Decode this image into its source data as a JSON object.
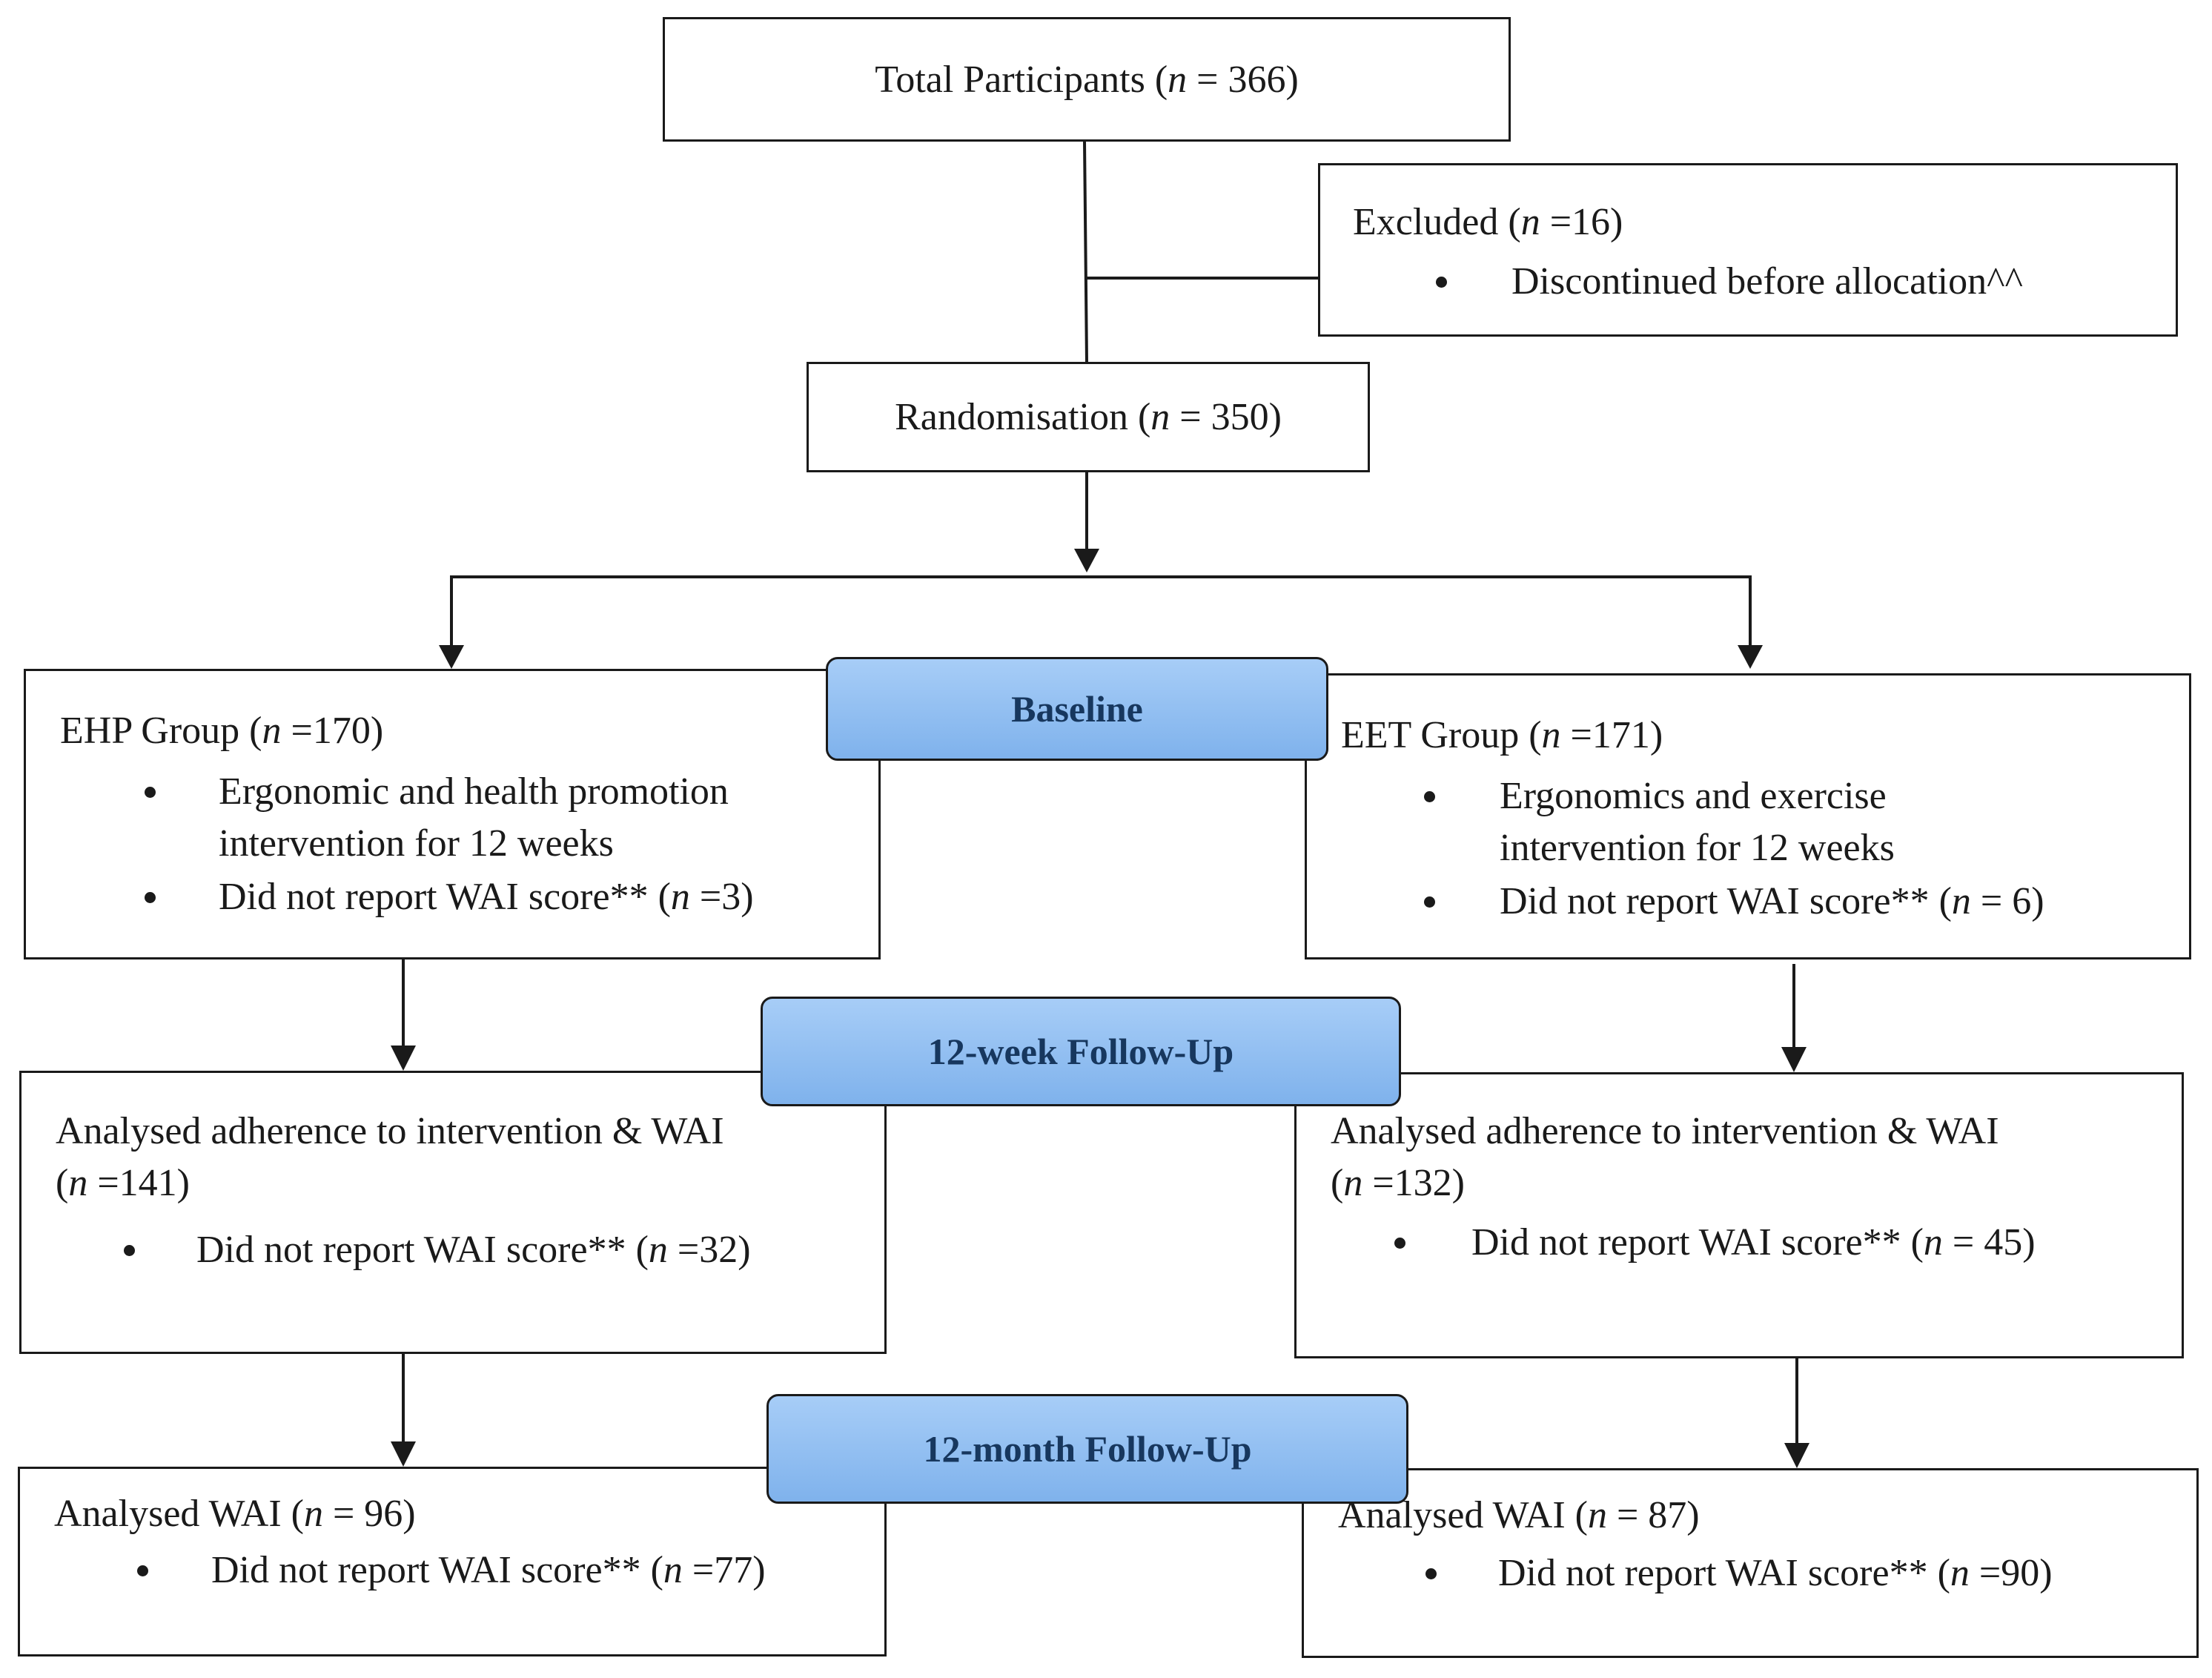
{
  "total": {
    "label": "Total Participants (",
    "n": "n",
    "value": " = 366)"
  },
  "excluded": {
    "label": "Excluded (",
    "n": "n",
    "value": " =16)",
    "items": [
      "Discontinued before allocation^^"
    ]
  },
  "randomisation": {
    "label": "Randomisation (",
    "n": "n",
    "value": " = 350)"
  },
  "stages": {
    "baseline": "Baseline",
    "week12": "12-week Follow-Up",
    "month12": "12-month Follow-Up"
  },
  "ehp_baseline": {
    "label": "EHP Group (",
    "n": "n",
    "value": " =170)",
    "item1": "Ergonomic and health promotion intervention for 12 weeks",
    "item2_text": "Did not report WAI score** (",
    "item2_n": "n",
    "item2_value": " =3)"
  },
  "eet_baseline": {
    "label": "EET Group (",
    "n": "n",
    "value": " =171)",
    "item1": "Ergonomics and exercise intervention for 12 weeks",
    "item2_text": "Did not report WAI score** (",
    "item2_n": "n",
    "item2_value": " = 6)"
  },
  "ehp_week12": {
    "label": "Analysed adherence to intervention & WAI",
    "label2_open": "(",
    "n": "n",
    "value": " =141)",
    "item_text": "Did not report WAI score** (",
    "item_n": "n",
    "item_value": " =32)"
  },
  "eet_week12": {
    "label": "Analysed adherence to intervention & WAI",
    "label2_open": "(",
    "n": "n",
    "value": " =132)",
    "item_text": "Did not report WAI score** (",
    "item_n": "n",
    "item_value": " = 45)"
  },
  "ehp_month12": {
    "label": "Analysed WAI (",
    "n": "n",
    "value": " = 96)",
    "item_text": "Did not report WAI score** (",
    "item_n": "n",
    "item_value": " =77)"
  },
  "eet_month12": {
    "label": "Analysed WAI (",
    "n": "n",
    "value": " = 87)",
    "item_text": "Did not report WAI score** (",
    "item_n": "n",
    "item_value": " =90)"
  }
}
